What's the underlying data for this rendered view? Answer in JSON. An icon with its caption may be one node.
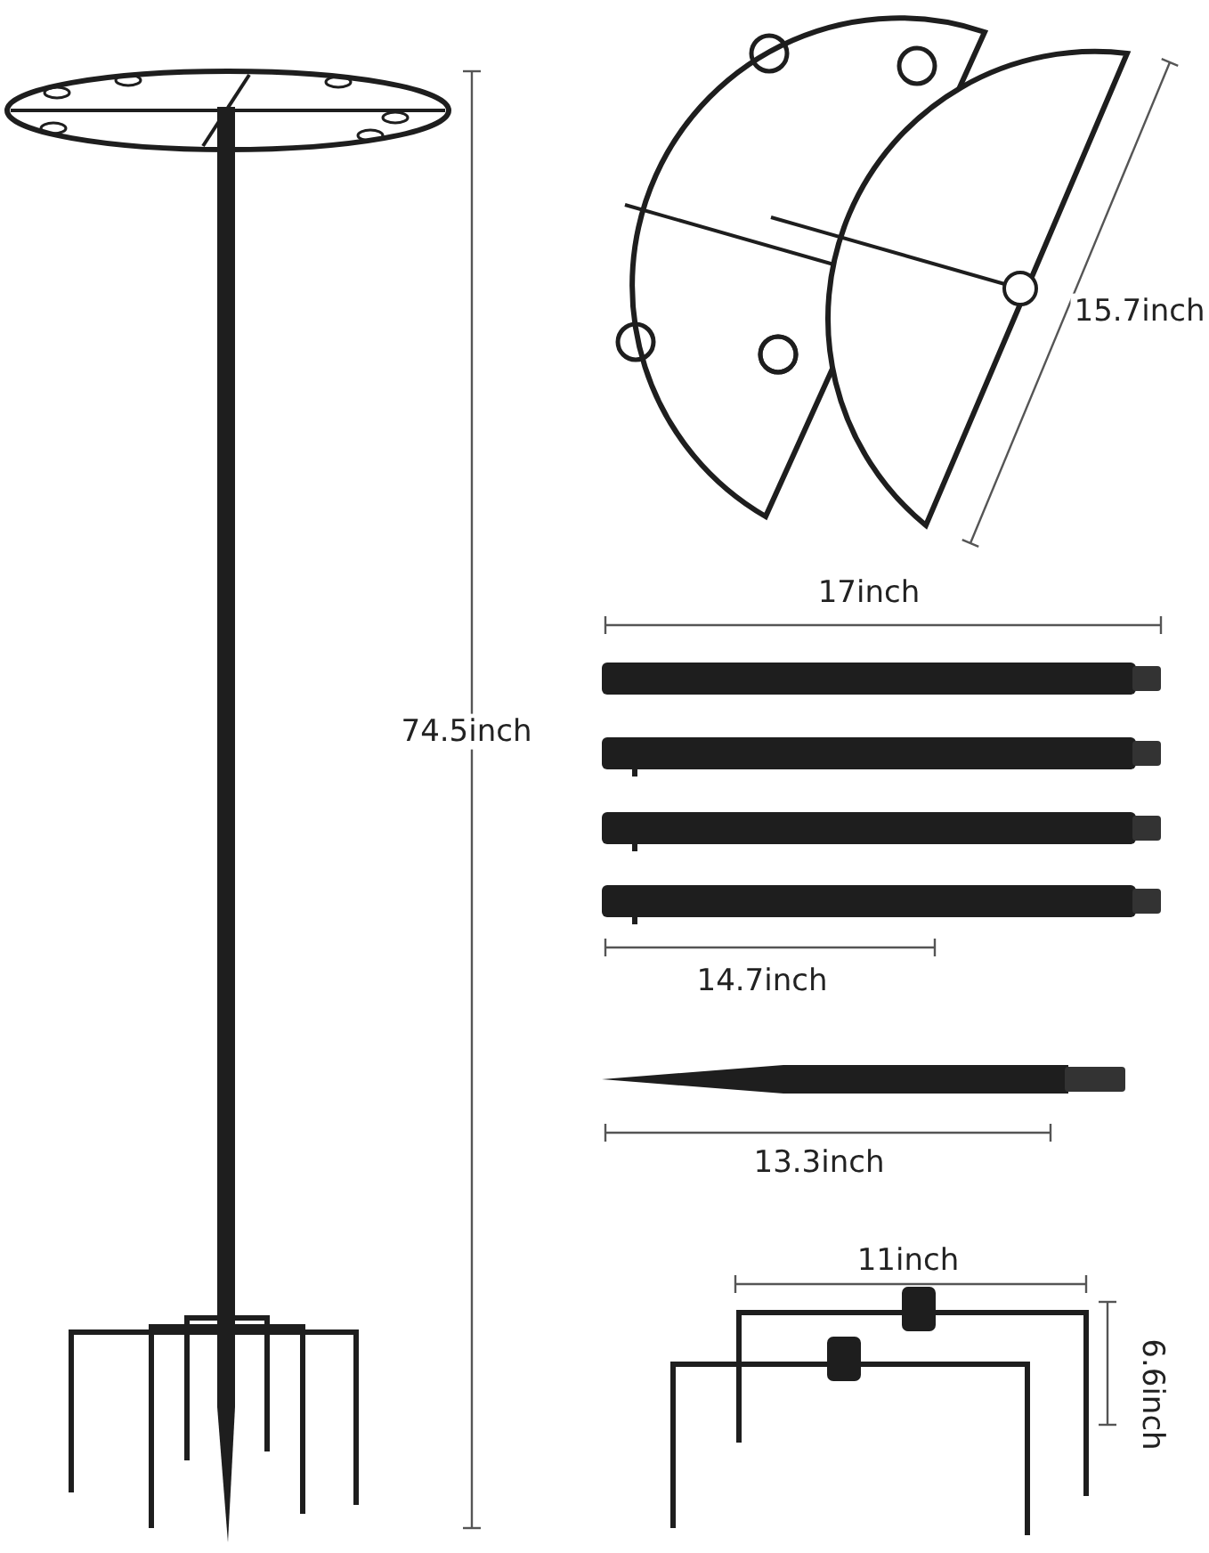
{
  "diagram": {
    "labels": [
      "74.5inch",
      "15.7inch",
      "17inch",
      "14.7inch",
      "13.3inch",
      "11inch",
      "6.6inch"
    ]
  }
}
